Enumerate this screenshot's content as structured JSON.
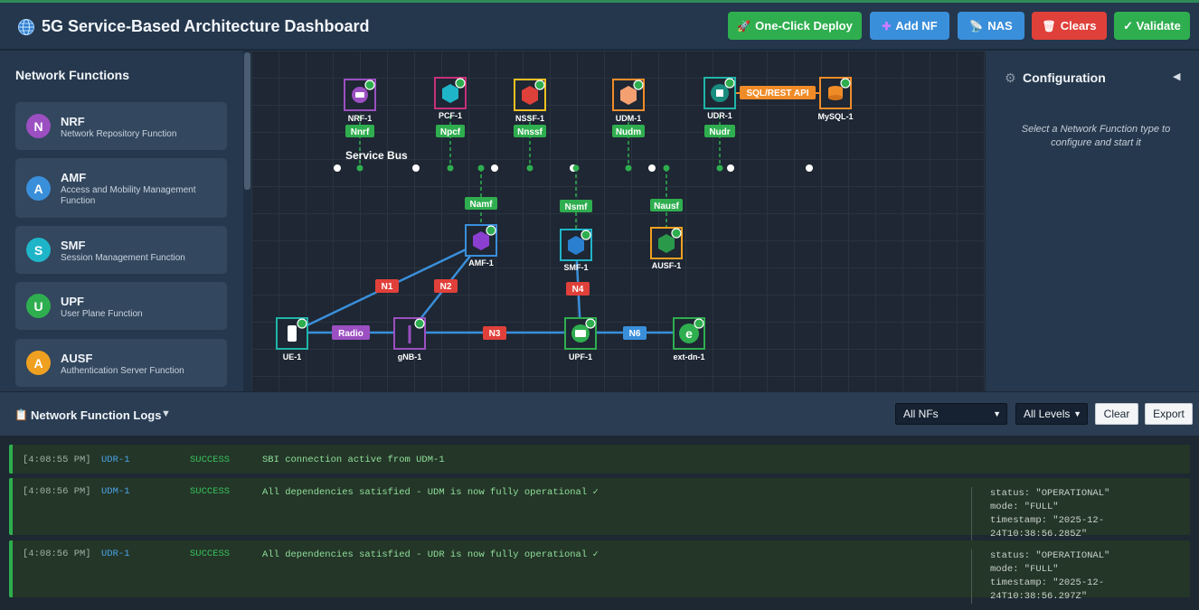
{
  "header": {
    "title": "5G Service-Based Architecture Dashboard",
    "buttons": {
      "deploy": "One-Click Deploy",
      "add_nf": "Add NF",
      "nas": "NAS",
      "clears": "Clears",
      "validate": "✓ Validate"
    }
  },
  "sidebar": {
    "title": "Network Functions",
    "items": [
      {
        "letter": "N",
        "name": "NRF",
        "desc": "Network Repository Function",
        "color": "#9b4fc1"
      },
      {
        "letter": "A",
        "name": "AMF",
        "desc": "Access and Mobility Management Function",
        "color": "#3a8fdb"
      },
      {
        "letter": "S",
        "name": "SMF",
        "desc": "Session Management Function",
        "color": "#1fb5c9"
      },
      {
        "letter": "U",
        "name": "UPF",
        "desc": "User Plane Function",
        "color": "#2fae4f"
      },
      {
        "letter": "A",
        "name": "AUSF",
        "desc": "Authentication Server Function",
        "color": "#f0a020"
      }
    ]
  },
  "topology": {
    "bus_label": "Service Bus",
    "nodes": {
      "nrf": "NRF-1",
      "pcf": "PCF-1",
      "nssf": "NSSF-1",
      "udm": "UDM-1",
      "udr": "UDR-1",
      "mysql": "MySQL-1",
      "amf": "AMF-1",
      "smf": "SMF-1",
      "ausf": "AUSF-1",
      "ue": "UE-1",
      "gnb": "gNB-1",
      "upf": "UPF-1",
      "extdn": "ext-dn-1"
    },
    "interfaces": {
      "nnrf": "Nnrf",
      "npcf": "Npcf",
      "nnssf": "Nnssf",
      "nudm": "Nudm",
      "nudr": "Nudr",
      "namf": "Namf",
      "nsmf": "Nsmf",
      "nausf": "Nausf",
      "sql": "SQL/REST API",
      "n1": "N1",
      "n2": "N2",
      "n3": "N3",
      "n4": "N4",
      "n6": "N6",
      "radio": "Radio"
    }
  },
  "config": {
    "title": "Configuration",
    "hint": "Select a Network Function type to configure and start it"
  },
  "logs": {
    "title": "Network Function Logs",
    "filter_nf": "All NFs",
    "filter_level": "All Levels",
    "clear": "Clear",
    "export": "Export",
    "entries": [
      {
        "time": "[4:08:55 PM]",
        "nf": "UDR-1",
        "level": "SUCCESS",
        "msg": "SBI connection active from UDM-1"
      },
      {
        "time": "[4:08:56 PM]",
        "nf": "UDM-1",
        "level": "SUCCESS",
        "msg": "All dependencies satisfied - UDM is now fully operational ✓",
        "meta": [
          "status: \"OPERATIONAL\"",
          "mode: \"FULL\"",
          "timestamp: \"2025-12-24T10:38:56.285Z\""
        ]
      },
      {
        "time": "[4:08:56 PM]",
        "nf": "UDR-1",
        "level": "SUCCESS",
        "msg": "All dependencies satisfied - UDR is now fully operational ✓",
        "meta": [
          "status: \"OPERATIONAL\"",
          "mode: \"FULL\"",
          "timestamp: \"2025-12-24T10:38:56.297Z\""
        ]
      }
    ]
  }
}
